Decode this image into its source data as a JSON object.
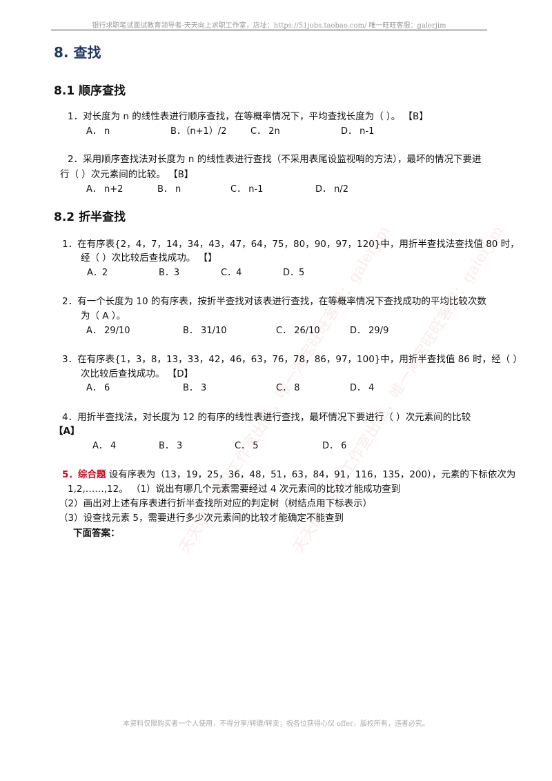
{
  "header": {
    "text": "银行求职笔试面试教育领导者-天天向上求职工作室，店址：https://51jobs.taobao.com/  唯一旺旺客服：galerjim"
  },
  "footer": {
    "text": "本资料仅限购买者一个人使用，不得分享/转赠/转卖；祝各位获得心仪 offer，版权所有，违者必究。"
  },
  "watermarks": [
    "天天向上求职工作室出品，唯一淘宝旺旺客服：galerjim",
    "天天向上求职工作室出品，唯一淘宝旺旺客服：galerjim"
  ],
  "section": {
    "title": "8.  查找"
  },
  "sub1": {
    "title": "8.1  顺序查找",
    "q1": {
      "text": "1．对长度为 n 的线性表进行顺序查找，在等概率情况下，平均查找长度为（        ）。 【B】",
      "options": [
        "A． n",
        "B．（n+1）/2",
        "C． 2n",
        "D． n-1"
      ]
    },
    "q2": {
      "line1": "2．采用顺序查找法对长度为 n 的线性表进行查找（不采用表尾设监视哨的方法），最坏的情况下要进",
      "line2": "行（        ）次元素间的比较。   【B】",
      "options": [
        "A． n+2",
        "B． n",
        "C． n-1",
        "D． n/2"
      ]
    }
  },
  "sub2": {
    "title": "8.2  折半查找",
    "q1": {
      "line1": "1．在有序表{2，4，7，14，34，43，47，64，75，80，90，97，120}中，用折半查找法查找值 80 时，",
      "line2": "经（      ）次比较后查找成功。    【】",
      "options": [
        "A．2",
        "B．3",
        "C．4",
        "D．5"
      ]
    },
    "q2": {
      "line1": "2．有一个长度为 10 的有序表，按折半查找对该表进行查找，在等概率情况下查找成功的平均比较次数",
      "line2": "为（ A ）。",
      "options": [
        "A． 29/10",
        "B． 31/10",
        "C． 26/10",
        "D． 29/9"
      ]
    },
    "q3": {
      "line1": "3．在有序表{1，3，8，13，33，42，46，63，76，78，86，97，100}中，用折半查找值 86 时，经（    ）",
      "line2": "次比较后查找成功。   【D】",
      "options": [
        "A． 6",
        "B． 3",
        "C． 8",
        "D． 4"
      ]
    },
    "q4": {
      "line1": "4．用折半查找法，对长度为 12 的有序的线性表进行查找，最坏情况下要进行（         ）次元素间的比较",
      "line2": "【A】",
      "options": [
        "A． 4",
        "B． 3",
        "C． 5",
        "D． 6"
      ]
    },
    "q5": {
      "num": "5．",
      "tag": "综合题",
      "line1_rest": "  设有序表为（13，19，25，36，48，51，63，84，91，116，135，200），元素的下标依次为",
      "line2": "1,2,……,12。    （1）说出有哪几个元素需要经过 4 次元素间的比较才能成功查到",
      "line3": "（2）画出对上述有序表进行折半查找所对应的判定树（树结点用下标表示）",
      "line4": "（3）设查找元素 5，需要进行多少次元素间的比较才能确定不能查到",
      "answer": "下面答案："
    }
  }
}
